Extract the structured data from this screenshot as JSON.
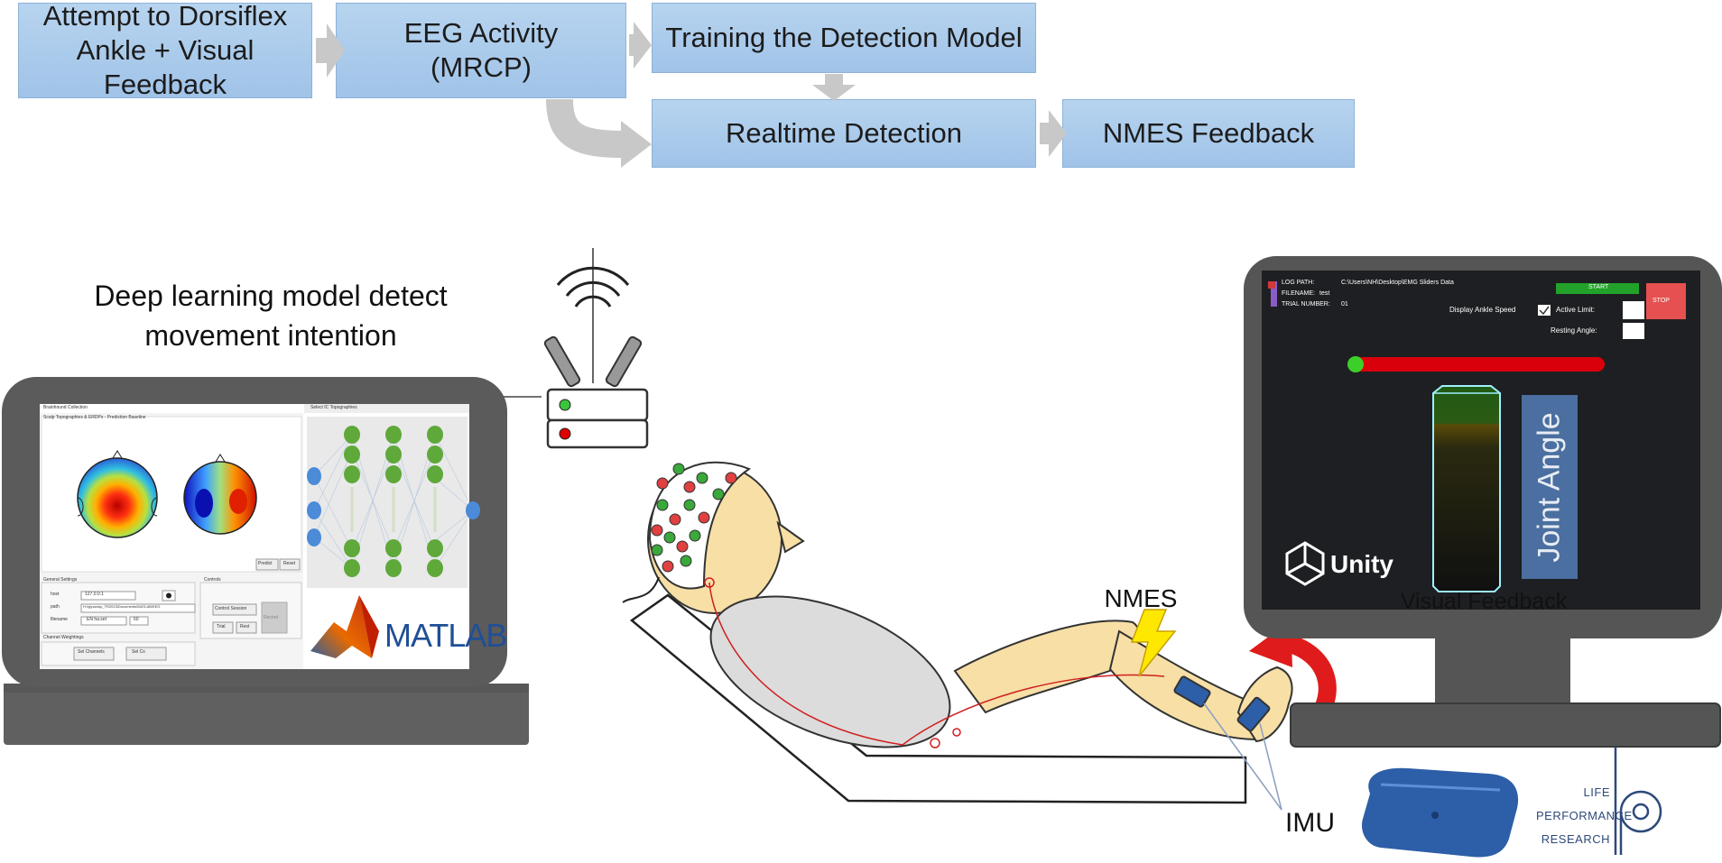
{
  "flow": {
    "box1": {
      "line1": "Attempt to Dorsiflex",
      "line2": "Ankle + Visual Feedback"
    },
    "box2": {
      "line1": "EEG Activity",
      "line2": "(MRCP)"
    },
    "box3": "Training the Detection Model",
    "box4": "Realtime Detection",
    "box5": "NMES Feedback"
  },
  "labels": {
    "deep_line1": "Deep learning model detect",
    "deep_line2": "movement intention",
    "nmes": "NMES",
    "imu": "IMU",
    "visual_feedback": "Visual Feedback"
  },
  "laptop_screen": {
    "window1_title": "Brainhound Collection",
    "window1_subtitle": "Scalp Topographies & ERDPs - Prediction Baseline",
    "window2_title": "Select IC Topographies",
    "btn_predict": "Predict",
    "btn_reset": "Reset",
    "general_settings": "General Settings",
    "controls": "Controls",
    "row_host_label": "host",
    "row_host_value": "127.0.0.1",
    "row_path_label": "path",
    "row_path_value": "H:\\ig\\pactup_TR2023\\Documents\\MATLAB\\EEG",
    "row_filename_label": "filename",
    "row_filename_value": "EN ha.set",
    "row_filename_num": "60",
    "btn_control_session": "Control Session",
    "btn_trial": "Trial",
    "btn_rest": "Rest",
    "btn_record": "Record",
    "channel_weightings": "Channel Weightings",
    "btn_sel_channels": "Sel Channels",
    "btn_sel_cs": "Sel Cs",
    "matlab": "MATLAB"
  },
  "unity_screen": {
    "log_path_label": "LOG PATH:",
    "log_path_value": "C:\\Users\\NH\\Desktop\\EMG Sliders Data",
    "filename_label": "FILENAME:",
    "filename_value": "test",
    "trial_label": "TRIAL NUMBER:",
    "trial_value": "01",
    "start": "START",
    "stop": "STOP",
    "display_speed": "Display Ankle Speed",
    "active_limit": "Active Limit:",
    "resting_angle": "Resting Angle:",
    "joint_angle": "Joint Angle",
    "unity": "Unity",
    "slider_fraction": 0.0
  },
  "logo": {
    "line1": "LIFE",
    "line2": "PERFORMANCE",
    "line3": "RESEARCH"
  },
  "colors": {
    "flow_box": "#a8c8ea",
    "arrow": "#c8c8c8",
    "monitor_frame": "#555555",
    "unity_bg": "#1e1f22",
    "slider_red": "#d9000b",
    "slider_green": "#3ccf2a",
    "skin": "#f7dfa6",
    "imu_blue": "#2d5ea8",
    "feedback_arrow": "#e01b1b",
    "bolt": "#ffe800"
  }
}
